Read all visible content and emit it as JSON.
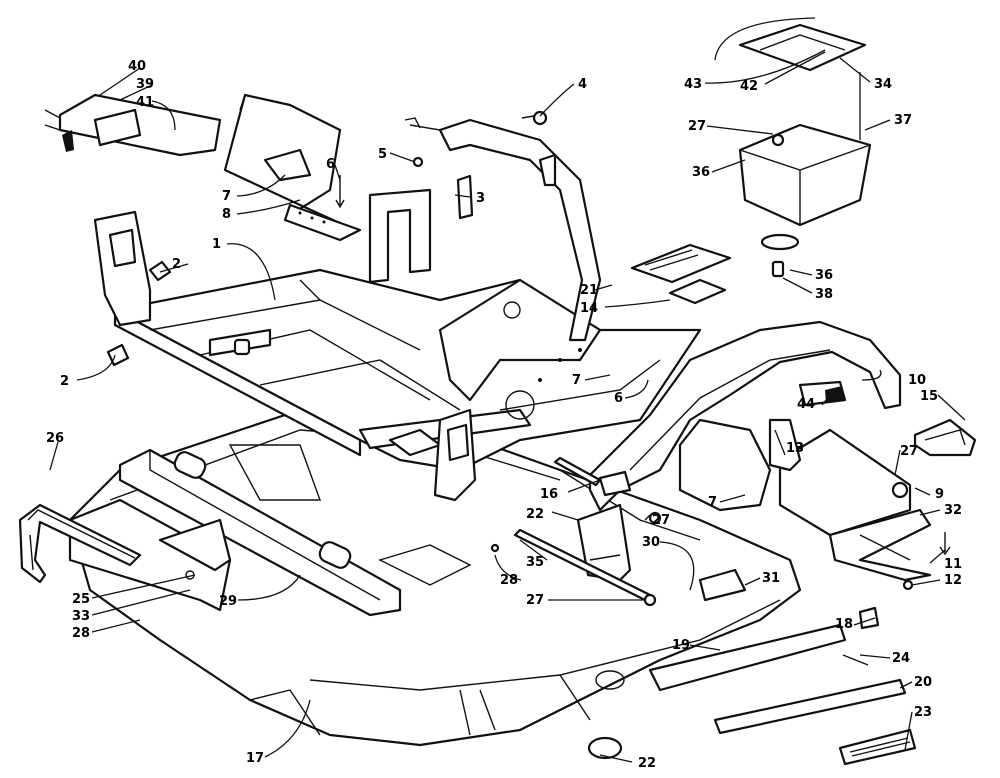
{
  "callouts": [
    {
      "id": "c1",
      "text": "1"
    },
    {
      "id": "c2a",
      "text": "2"
    },
    {
      "id": "c2b",
      "text": "2"
    },
    {
      "id": "c3",
      "text": "3"
    },
    {
      "id": "c4",
      "text": "4"
    },
    {
      "id": "c5",
      "text": "5"
    },
    {
      "id": "c6a",
      "text": "6"
    },
    {
      "id": "c6b",
      "text": "6"
    },
    {
      "id": "c7a",
      "text": "7"
    },
    {
      "id": "c7b",
      "text": "7"
    },
    {
      "id": "c7c",
      "text": "7"
    },
    {
      "id": "c8",
      "text": "8"
    },
    {
      "id": "c9",
      "text": "9"
    },
    {
      "id": "c10",
      "text": "10"
    },
    {
      "id": "c11",
      "text": "11"
    },
    {
      "id": "c12",
      "text": "12"
    },
    {
      "id": "c13",
      "text": "13"
    },
    {
      "id": "c14",
      "text": "14"
    },
    {
      "id": "c15",
      "text": "15"
    },
    {
      "id": "c16",
      "text": "16"
    },
    {
      "id": "c17",
      "text": "17"
    },
    {
      "id": "c18",
      "text": "18"
    },
    {
      "id": "c19",
      "text": "19"
    },
    {
      "id": "c20",
      "text": "20"
    },
    {
      "id": "c21",
      "text": "21"
    },
    {
      "id": "c22a",
      "text": "22"
    },
    {
      "id": "c22b",
      "text": "22"
    },
    {
      "id": "c23",
      "text": "23"
    },
    {
      "id": "c24",
      "text": "24"
    },
    {
      "id": "c25",
      "text": "25"
    },
    {
      "id": "c26",
      "text": "26"
    },
    {
      "id": "c27a",
      "text": "27"
    },
    {
      "id": "c27b",
      "text": "27"
    },
    {
      "id": "c27c",
      "text": "27"
    },
    {
      "id": "c27d",
      "text": "27"
    },
    {
      "id": "c28a",
      "text": "28"
    },
    {
      "id": "c28b",
      "text": "28"
    },
    {
      "id": "c29",
      "text": "29"
    },
    {
      "id": "c30",
      "text": "30"
    },
    {
      "id": "c31",
      "text": "31"
    },
    {
      "id": "c32",
      "text": "32"
    },
    {
      "id": "c33",
      "text": "33"
    },
    {
      "id": "c34",
      "text": "34"
    },
    {
      "id": "c35",
      "text": "35"
    },
    {
      "id": "c36a",
      "text": "36"
    },
    {
      "id": "c36b",
      "text": "36"
    },
    {
      "id": "c37",
      "text": "37"
    },
    {
      "id": "c38",
      "text": "38"
    },
    {
      "id": "c39",
      "text": "39"
    },
    {
      "id": "c40",
      "text": "40"
    },
    {
      "id": "c41",
      "text": "41"
    },
    {
      "id": "c42",
      "text": "42"
    },
    {
      "id": "c43",
      "text": "43"
    },
    {
      "id": "c44",
      "text": "44"
    }
  ]
}
